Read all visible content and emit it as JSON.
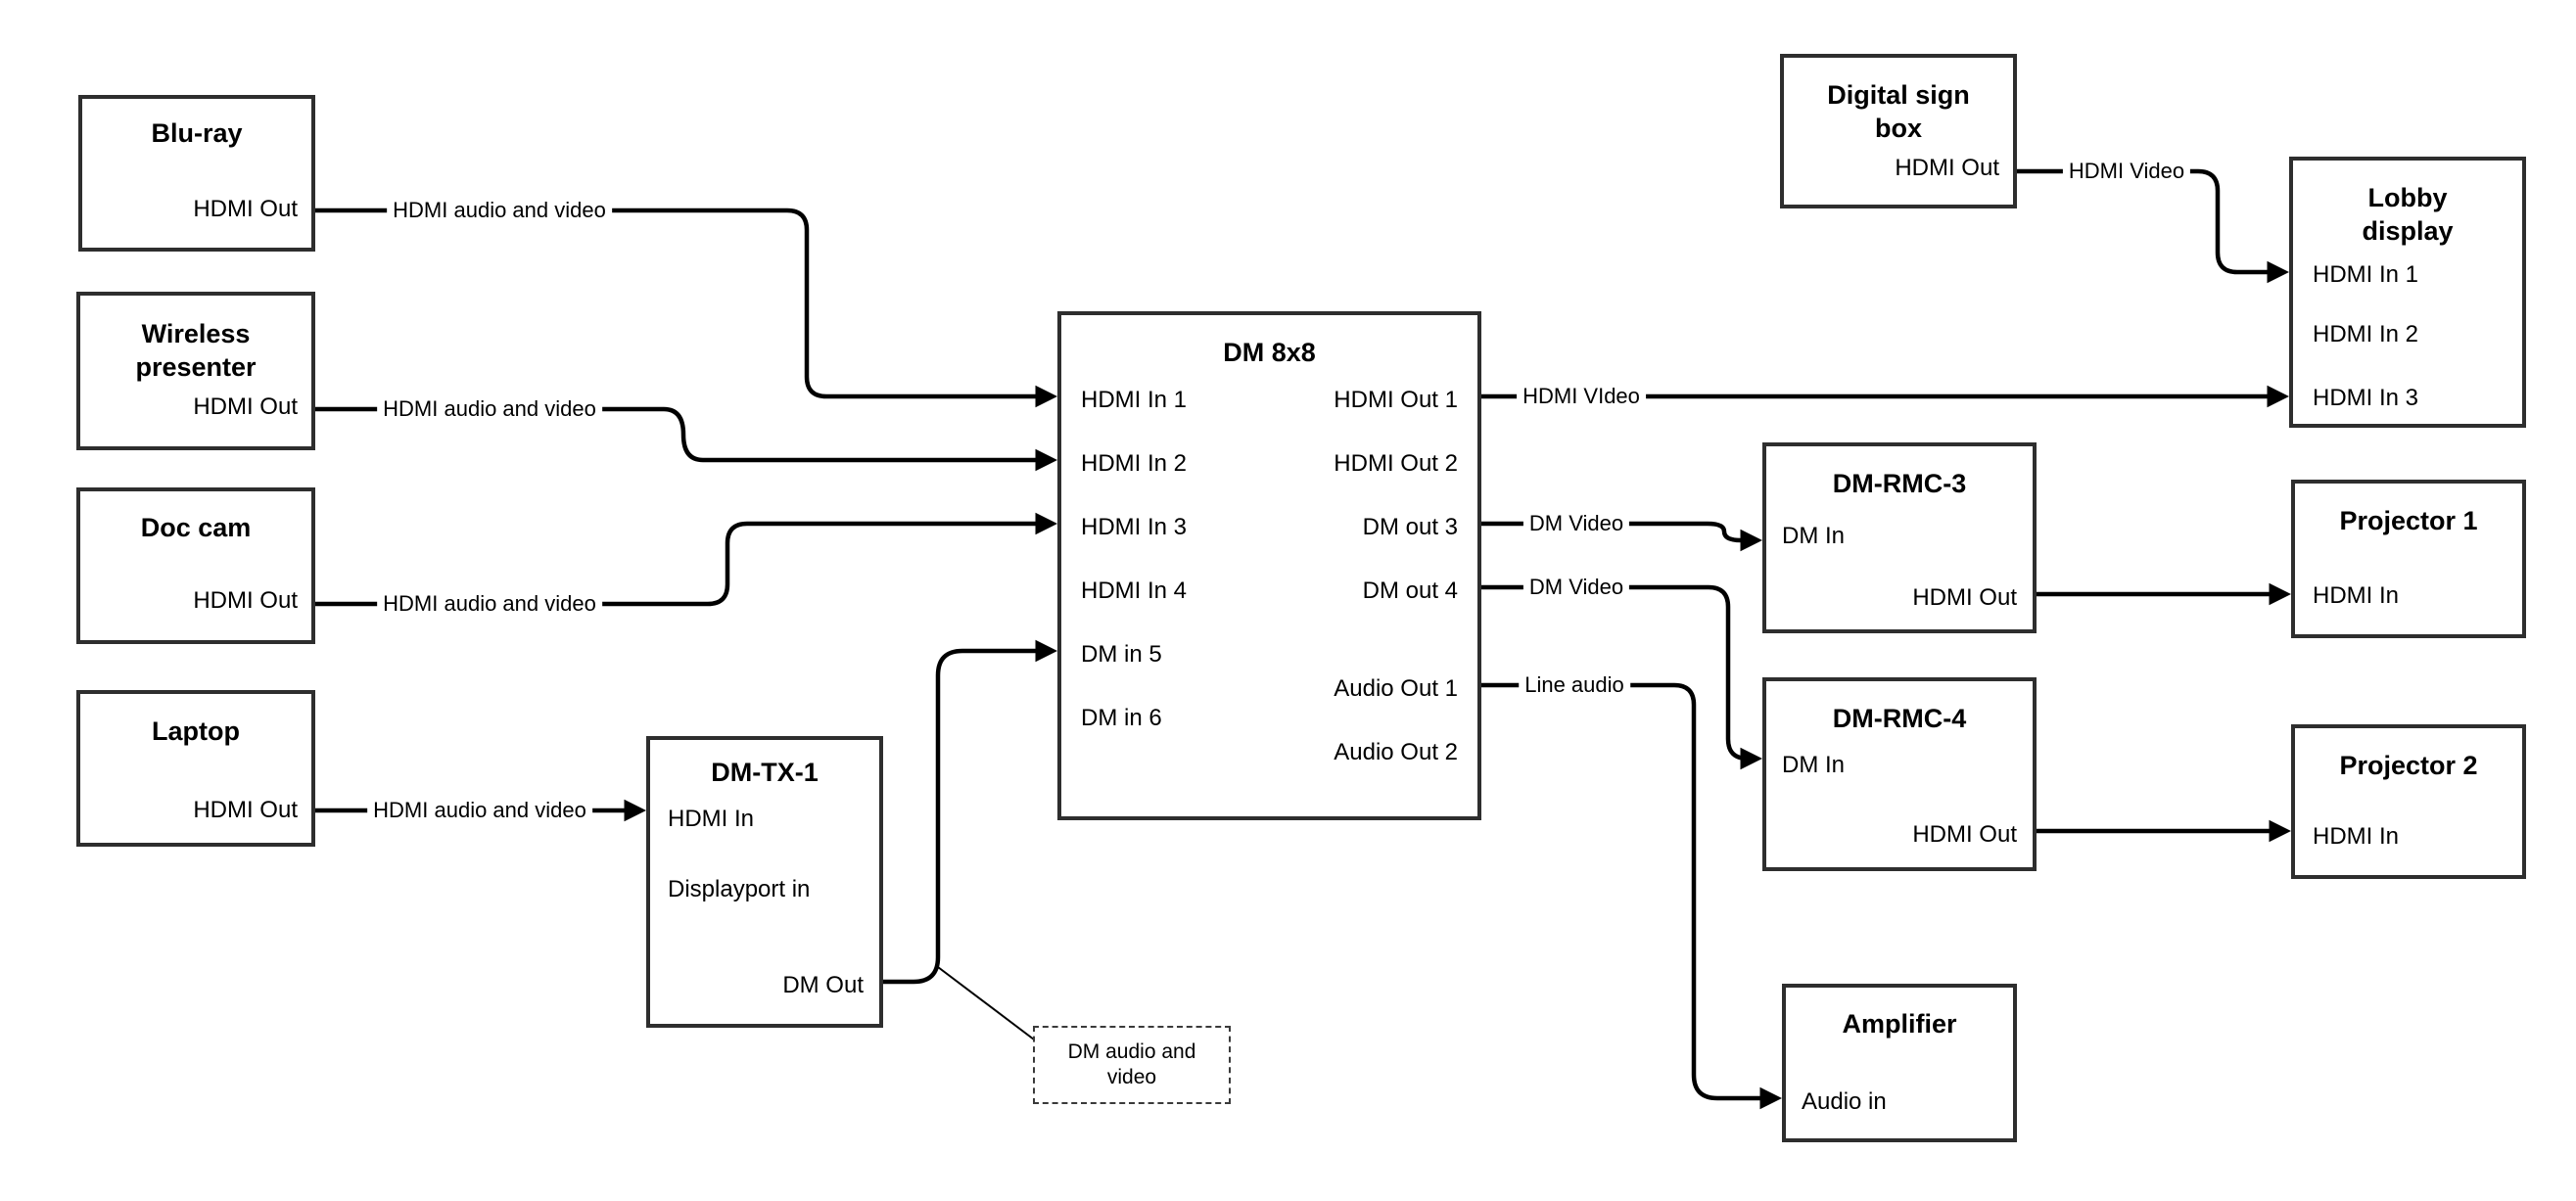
{
  "colors": {
    "background": "#ffffff",
    "box_border": "#2e2e2e",
    "connector": "#000000",
    "text": "#000000"
  },
  "nodes": {
    "bluray": {
      "title": "Blu-ray",
      "port_out": "HDMI Out"
    },
    "wireless_presenter": {
      "title": "Wireless presenter",
      "port_out": "HDMI Out"
    },
    "doc_cam": {
      "title": "Doc cam",
      "port_out": "HDMI Out"
    },
    "laptop": {
      "title": "Laptop",
      "port_out": "HDMI Out"
    },
    "dm_tx1": {
      "title": "DM-TX-1",
      "port_hdmi_in": "HDMI In",
      "port_displayport_in": "Displayport in",
      "port_dm_out": "DM Out"
    },
    "dm_8x8": {
      "title": "DM 8x8",
      "inputs": [
        "HDMI In 1",
        "HDMI In 2",
        "HDMI In 3",
        "HDMI In 4",
        "DM in 5",
        "DM in 6"
      ],
      "outputs": [
        "HDMI Out 1",
        "HDMI Out 2",
        "DM out 3",
        "DM out 4",
        "Audio Out 1",
        "Audio Out 2"
      ]
    },
    "digital_sign_box": {
      "title": "Digital sign box",
      "port_out": "HDMI Out"
    },
    "lobby_display": {
      "title": "Lobby display",
      "inputs": [
        "HDMI In 1",
        "HDMI In 2",
        "HDMI In 3"
      ]
    },
    "dm_rmc_3": {
      "title": "DM-RMC-3",
      "port_in": "DM In",
      "port_out": "HDMI Out"
    },
    "dm_rmc_4": {
      "title": "DM-RMC-4",
      "port_in": "DM In",
      "port_out": "HDMI Out"
    },
    "amplifier": {
      "title": "Amplifier",
      "port_in": "Audio in"
    },
    "projector_1": {
      "title": "Projector 1",
      "port_in": "HDMI In"
    },
    "projector_2": {
      "title": "Projector 2",
      "port_in": "HDMI In"
    }
  },
  "edge_labels": {
    "bluray_to_dm": "HDMI audio and video",
    "wireless_to_dm": "HDMI audio and video",
    "doccam_to_dm": "HDMI audio and video",
    "laptop_to_tx": "HDMI audio and video",
    "hdmi_out_1": "HDMI VIdeo",
    "dm_out_3": "DM Video",
    "dm_out_4": "DM Video",
    "audio_out_1": "Line audio",
    "sign_to_lobby": "HDMI Video"
  },
  "note": {
    "text": "DM audio and video"
  }
}
